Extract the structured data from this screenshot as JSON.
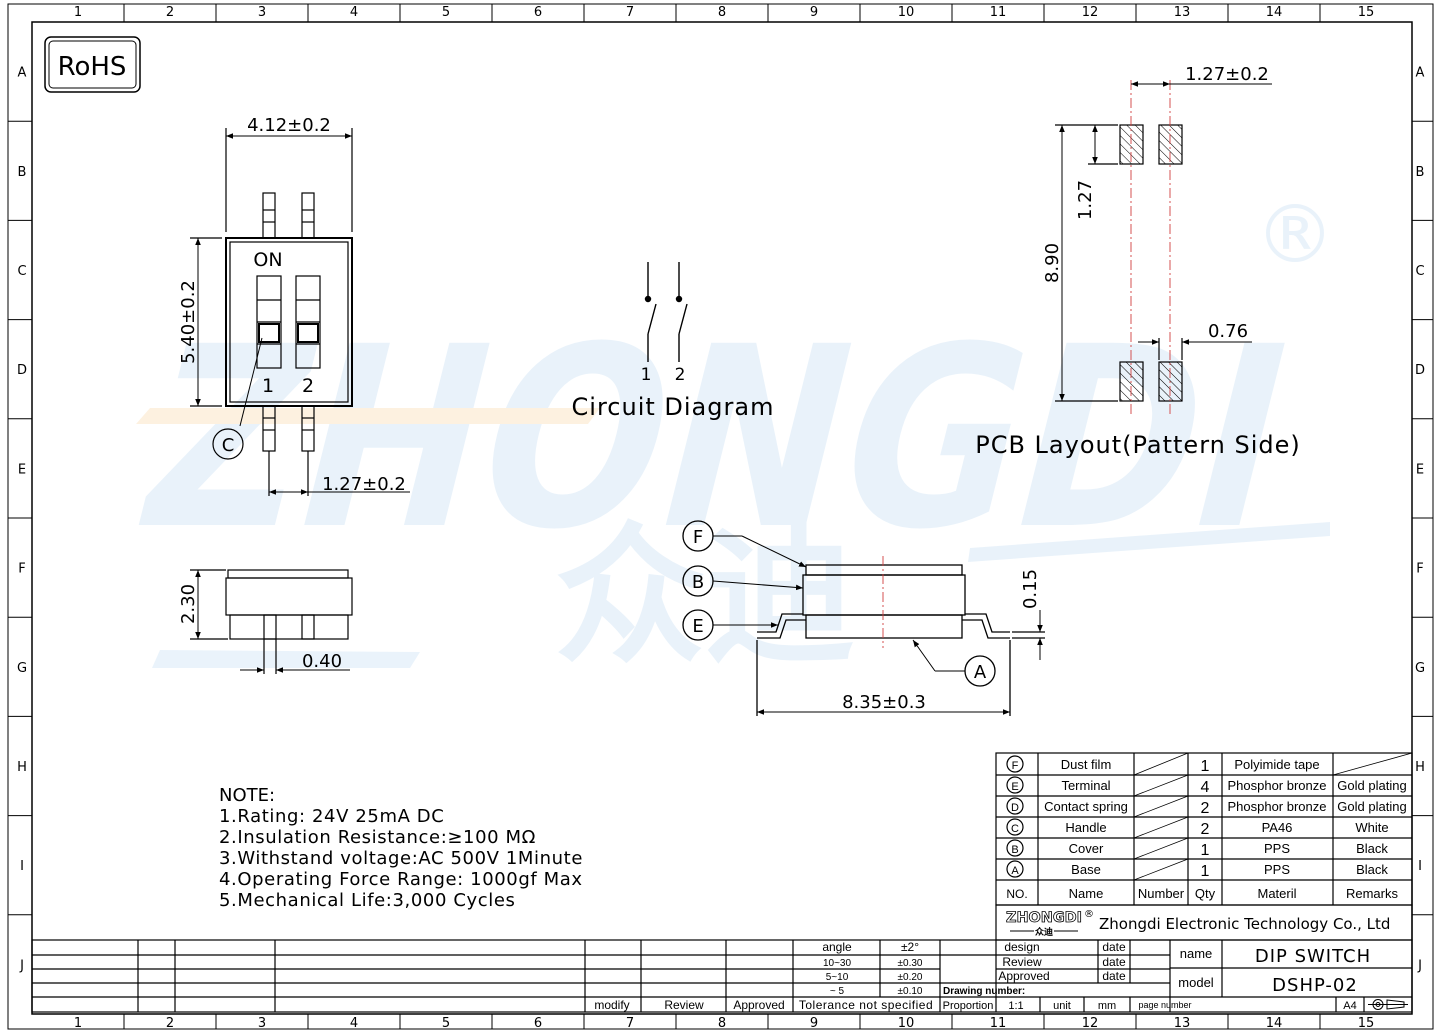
{
  "rohs": "RoHS",
  "watermark": {
    "brand": "ZHONGDI",
    "chinese": "众迪",
    "registered": "®"
  },
  "border": {
    "columns": [
      "1",
      "2",
      "3",
      "4",
      "5",
      "6",
      "7",
      "8",
      "9",
      "10",
      "11",
      "12",
      "13",
      "14",
      "15"
    ],
    "rows": [
      "A",
      "B",
      "C",
      "D",
      "E",
      "F",
      "G",
      "H",
      "I",
      "J"
    ]
  },
  "top_view": {
    "width_dim": "4.12±0.2",
    "height_dim": "5.40±0.2",
    "pitch_dim": "1.27±0.2",
    "on_label": "ON",
    "pin_1": "1",
    "pin_2": "2",
    "callout": "C"
  },
  "side_view": {
    "height_dim": "2.30",
    "pin_dim": "0.40"
  },
  "circuit": {
    "title": "Circuit Diagram",
    "pin_1": "1",
    "pin_2": "2"
  },
  "pcb": {
    "title": "PCB Layout(Pattern Side)",
    "pitch_dim": "1.27±0.2",
    "pad_pitch": "1.27",
    "total_dim": "8.90",
    "pad_width": "0.76"
  },
  "front_view": {
    "callouts": [
      "F",
      "B",
      "E",
      "A"
    ],
    "thickness_dim": "0.15",
    "length_dim": "8.35±0.3"
  },
  "notes": {
    "heading": "NOTE:",
    "lines": [
      "1.Rating: 24V 25mA DC",
      "2.Insulation Resistance:≥100 MΩ",
      "3.Withstand voltage:AC 500V 1Minute",
      "4.Operating Force Range: 1000gf Max",
      "5.Mechanical Life:3,000 Cycles"
    ]
  },
  "bom": {
    "rows": [
      {
        "no": "F",
        "name": "Dust film",
        "qty": "1",
        "material": "Polyimide tape",
        "remarks": ""
      },
      {
        "no": "E",
        "name": "Terminal",
        "qty": "4",
        "material": "Phosphor bronze",
        "remarks": "Gold plating"
      },
      {
        "no": "D",
        "name": "Contact spring",
        "qty": "2",
        "material": "Phosphor bronze",
        "remarks": "Gold plating"
      },
      {
        "no": "C",
        "name": "Handle",
        "qty": "2",
        "material": "PA46",
        "remarks": "White"
      },
      {
        "no": "B",
        "name": "Cover",
        "qty": "1",
        "material": "PPS",
        "remarks": "Black"
      },
      {
        "no": "A",
        "name": "Base",
        "qty": "1",
        "material": "PPS",
        "remarks": "Black"
      }
    ],
    "header": {
      "no": "NO.",
      "name": "Name",
      "number": "Number",
      "qty": "Qty",
      "material": "Materil",
      "remarks": "Remarks"
    }
  },
  "company": {
    "logo": "ZHONGDI",
    "logo_cn": "众迪",
    "name": "Zhongdi Electronic Technology Co., Ltd"
  },
  "title_block": {
    "modify": "modify",
    "review": "Review",
    "approved": "Approved",
    "tolerance_label": "Tolerance not specified",
    "angle": "angle",
    "angle_tol": "±2°",
    "tol_rows": [
      {
        "range": "10~30",
        "tol": "±0.30"
      },
      {
        "range": "5~10",
        "tol": "±0.20"
      },
      {
        "range": "~ 5",
        "tol": "±0.10"
      }
    ],
    "drawing_number": "Drawing number:",
    "proportion": "Proportion",
    "scale": "1:1",
    "unit": "unit",
    "unit_value": "mm",
    "page_number": "page number",
    "sheet": "A4",
    "design": "design",
    "review2": "Review",
    "approved2": "Approved",
    "date": "date",
    "name_label": "name",
    "name_value": "DIP SWITCH",
    "model_label": "model",
    "model_value": "DSHP-02"
  }
}
